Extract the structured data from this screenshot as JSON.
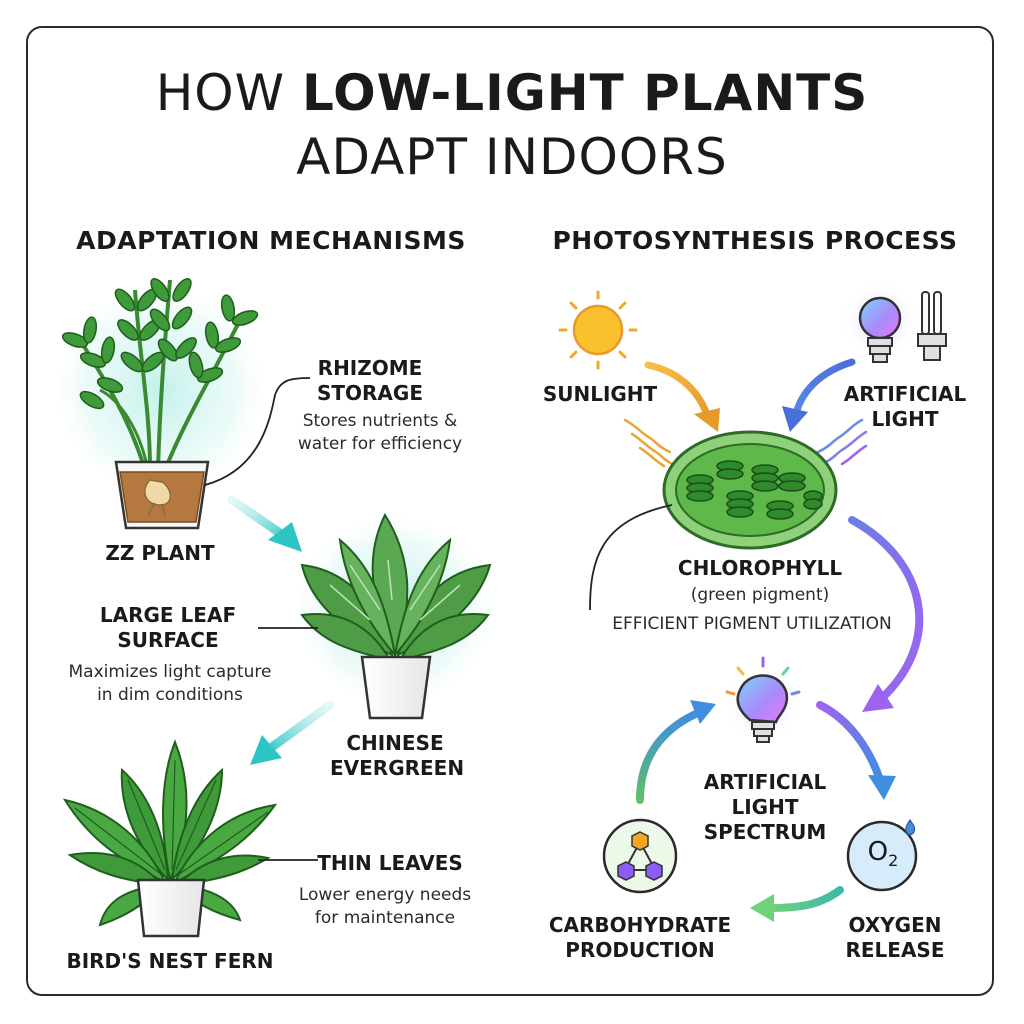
{
  "title": {
    "line1_prefix": "HOW",
    "line1_bold": "LOW-LIGHT PLANTS",
    "line2": "ADAPT INDOORS"
  },
  "left": {
    "heading": "ADAPTATION MECHANISMS",
    "zz": {
      "name": "ZZ PLANT",
      "feature_title_1": "RHIZOME",
      "feature_title_2": "STORAGE",
      "feature_desc_1": "Stores nutrients &",
      "feature_desc_2": "water for efficiency"
    },
    "evergreen": {
      "name_1": "CHINESE",
      "name_2": "EVERGREEN",
      "feature_title_1": "LARGE LEAF",
      "feature_title_2": "SURFACE",
      "feature_desc_1": "Maximizes light capture",
      "feature_desc_2": "in dim conditions"
    },
    "fern": {
      "name": "BIRD'S NEST FERN",
      "feature_title": "THIN LEAVES",
      "feature_desc_1": "Lower energy needs",
      "feature_desc_2": "for maintenance"
    }
  },
  "right": {
    "heading": "PHOTOSYNTHESIS PROCESS",
    "sunlight": "SUNLIGHT",
    "artificial_1": "ARTIFICIAL",
    "artificial_2": "LIGHT",
    "chlorophyll": "CHLOROPHYLL",
    "chlorophyll_note": "(green pigment)",
    "efficiency": "EFFICIENT PIGMENT UTILIZATION",
    "spectrum_1": "ARTIFICIAL",
    "spectrum_2": "LIGHT",
    "spectrum_3": "SPECTRUM",
    "oxygen_symbol": "O",
    "oxygen_subscript": "2",
    "oxygen_1": "OXYGEN",
    "oxygen_2": "RELEASE",
    "carb_1": "CARBOHYDRATE",
    "carb_2": "PRODUCTION"
  },
  "colors": {
    "frame": "#2a2a2a",
    "leaf_green": "#3f9a3a",
    "chloroplast": "#5fb84a",
    "sun": "#f5b021",
    "teal_arrow": "#3cc6c6",
    "purple": "#8b5cf6",
    "blue_arrow": "#4a6fd8",
    "glow": "#bff0ea"
  },
  "icons": [
    "sun-icon",
    "led-bulb-icon",
    "cfl-bulb-icon",
    "chloroplast-icon",
    "light-bulb-icon",
    "molecule-icon",
    "oxygen-icon"
  ]
}
